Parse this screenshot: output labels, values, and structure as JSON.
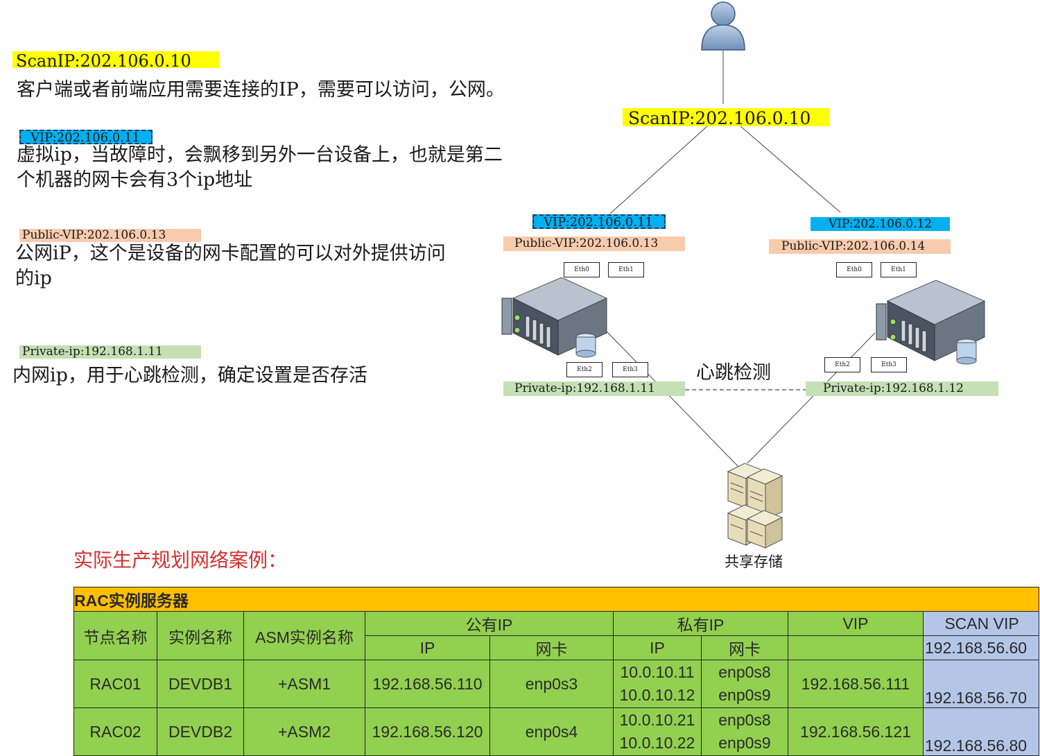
{
  "legend": {
    "scanip_label": "ScanIP:202.106.0.10",
    "scanip_desc": "客户端或者前端应用需要连接的IP，需要可以访问，公网。",
    "vip_label": "VIP:202.106.0.11",
    "vip_desc_1": "虚拟ip，当故障时，会飘移到另外一台设备上，也就是第二",
    "vip_desc_2": "个机器的网卡会有3个ip地址",
    "public_label": "Public-VIP:202.106.0.13",
    "public_desc_1": "公网iP，这个是设备的网卡配置的可以对外提供访问",
    "public_desc_2": "的ip",
    "private_label": "Private-ip:192.168.1.11",
    "private_desc": "内网ip，用于心跳检测，确定设置是否存活"
  },
  "diagram": {
    "scanip": "ScanIP:202.106.0.10",
    "node1": {
      "vip": "VIP:202.106.0.11",
      "public": "Public-VIP:202.106.0.13",
      "private": "Private-ip:192.168.1.11",
      "eth0": "Eth0",
      "eth1": "Eth1",
      "eth2": "Eth2",
      "eth3": "Eth3"
    },
    "node2": {
      "vip": "VIP:202.106.0.12",
      "public": "Public-VIP:202.106.0.14",
      "private": "Private-ip:192.168.1.12",
      "eth0": "Eth0",
      "eth1": "Eth1",
      "eth2": "Eth2",
      "eth3": "Eth3"
    },
    "heartbeat": "心跳检测",
    "storage": "共享存储"
  },
  "case_title": "实际生产规划网络案例：",
  "table": {
    "title": "RAC实例服务器",
    "headers": {
      "node": "节点名称",
      "instance": "实例名称",
      "asm": "ASM实例名称",
      "public_ip": "公有IP",
      "private_ip": "私有IP",
      "vip": "VIP",
      "scan_vip": "SCAN VIP",
      "ip": "IP",
      "nic": "网卡",
      "ip2": "IP",
      "nic2": "网卡"
    },
    "rows": [
      {
        "node": "RAC01",
        "instance": "DEVDB1",
        "asm": "+ASM1",
        "pub_ip": "192.168.56.110",
        "pub_nic": "enp0s3",
        "priv_ip_1": "10.0.10.11",
        "priv_ip_2": "10.0.10.12",
        "priv_nic_1": "enp0s8",
        "priv_nic_2": "enp0s9",
        "vip": "192.168.56.111"
      },
      {
        "node": "RAC02",
        "instance": "DEVDB2",
        "asm": "+ASM2",
        "pub_ip": "192.168.56.120",
        "pub_nic": "enp0s4",
        "priv_ip_1": "10.0.10.21",
        "priv_ip_2": "10.0.10.22",
        "priv_nic_1": "enp0s8",
        "priv_nic_2": "enp0s9",
        "vip": "192.168.56.121"
      }
    ],
    "scan_vips": [
      "192.168.56.60",
      "192.168.56.70",
      "192.168.56.80"
    ]
  },
  "colors": {
    "scanip": "#ffff00",
    "vip": "#00b0f0",
    "public": "#f8cbad",
    "private": "#c5e0b4",
    "table_title": "#ffc000",
    "table_body": "#92d050",
    "scan_col": "#b4c6e7",
    "case_title": "#d32f2f"
  }
}
